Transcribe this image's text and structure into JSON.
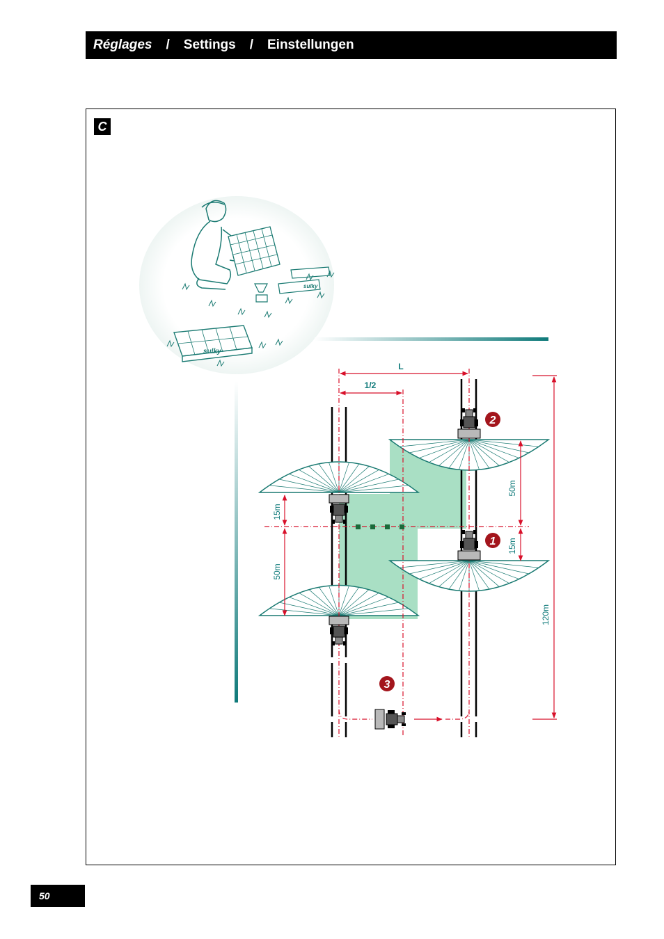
{
  "header": {
    "title_fr": "Réglages",
    "separator": "/",
    "title_en": "Settings",
    "title_de": "Einstellungen"
  },
  "section": {
    "label": "C"
  },
  "figure": {
    "labels": {
      "width": "L",
      "half_width": "1/2",
      "upper_gap": "15m",
      "upper_distance": "50m",
      "right_distance": "50m",
      "right_gap": "15m",
      "total_length": "120m"
    },
    "markers": [
      "1",
      "2",
      "3"
    ],
    "illustration_brand": "sulky"
  },
  "colors": {
    "teal": "#0f7a7a",
    "red": "#d8102a",
    "green_fill": "#a9dfc4",
    "marker_red": "#a3151c",
    "black": "#000000"
  },
  "page": {
    "number": "50"
  }
}
